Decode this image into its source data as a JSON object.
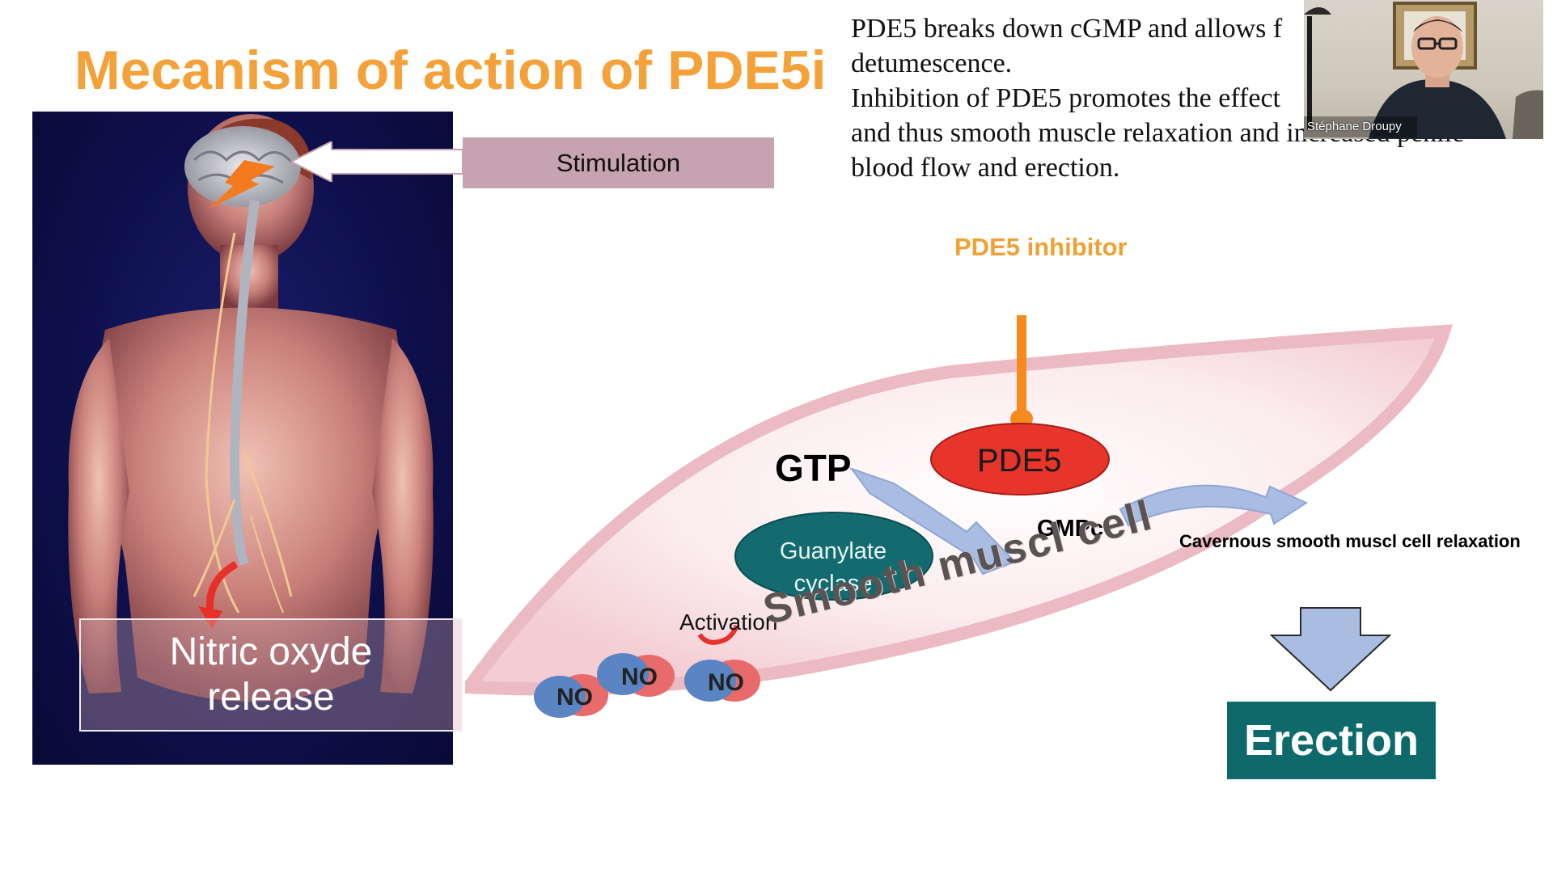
{
  "slide": {
    "title": "Mecanism of action of PDE5i",
    "description_lines": [
      "PDE5 breaks down cGMP and allows f",
      "detumescence.",
      "Inhibition of PDE5 promotes the effect",
      "and thus smooth muscle relaxation and increased penile",
      "blood flow and erection."
    ],
    "stimulation_label": "Stimulation",
    "no_release_line1": "Nitric oxyde",
    "no_release_line2": "release",
    "pde5_inhibitor_label": "PDE5 inhibitor",
    "pde5_label": "PDE5",
    "gtp_label": "GTP",
    "guanylate_line1": "Guanylate",
    "guanylate_line2": "cyclase",
    "gmpc_label": "GMPc",
    "relaxation_label": "Cavernous smooth muscl cell relaxation",
    "activation_label": "Activation",
    "smooth_muscle_label": "Smooth muscl cell",
    "no_molecule_labels": [
      "NO",
      "NO",
      "NO"
    ],
    "erection_label": "Erection"
  },
  "video": {
    "speaker_name": "Stéphane Droupy"
  },
  "colors": {
    "title": "#f5a13a",
    "stimulation_box": "#c7a2b0",
    "pde5": "#e8352b",
    "guanylate": "#0e6a6a",
    "erection_box": "#0e6a6a",
    "arrows": "#a9bde3"
  }
}
